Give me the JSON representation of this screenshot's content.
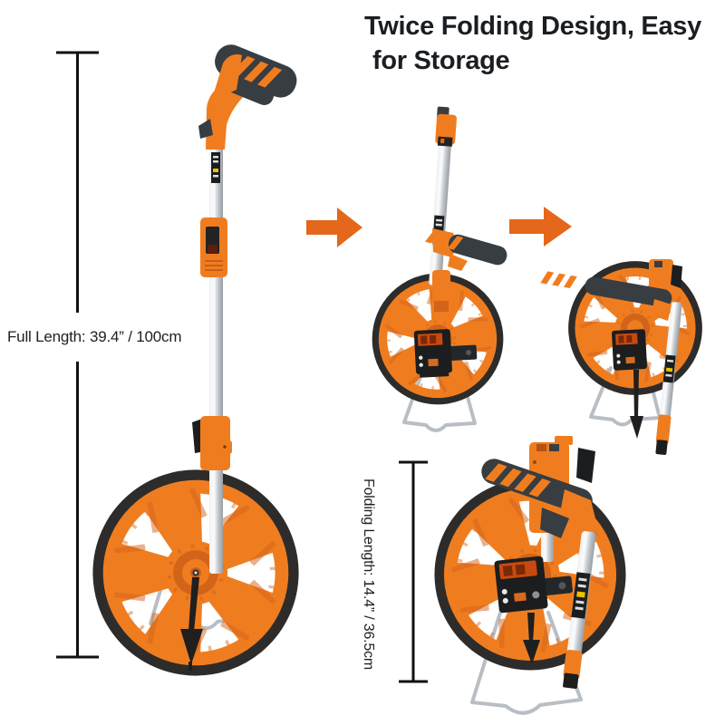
{
  "title": {
    "line1": "Twice Folding Design, Easy",
    "line2": "for Storage"
  },
  "annotations": {
    "full_length_label": "Full Length: 39.4” / 100cm",
    "folding_length_label": "Folding Length: 14.4” / 36.5cm"
  },
  "icons": {
    "step_arrow_1": "arrow-right",
    "step_arrow_2": "arrow-right"
  },
  "colors": {
    "title_text": "#1a1e22",
    "label_text": "#1f1f1f",
    "line": "#111111",
    "orange": "#ef7d20",
    "orange_dark": "#d2641a",
    "arrow": "#e4671b",
    "dark": "#383d41",
    "tire": "#2d2c2b",
    "silver": "#b9bec4"
  }
}
